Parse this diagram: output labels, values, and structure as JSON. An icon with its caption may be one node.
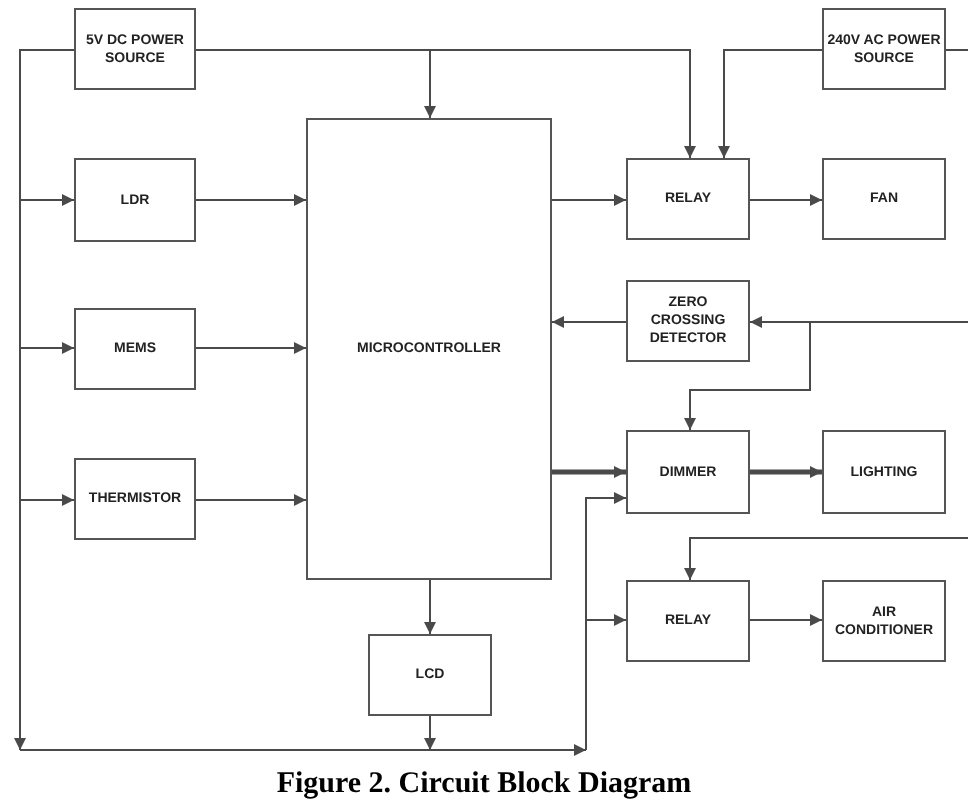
{
  "diagram": {
    "caption": "Figure 2. Circuit Block Diagram",
    "nodes": [
      {
        "text": [
          "5V DC POWER SOURCE"
        ]
      },
      {
        "text": [
          "240V AC POWER SOURCE"
        ]
      },
      {
        "text": [
          "LDR"
        ]
      },
      {
        "text": [
          "MICROCONTROLLER"
        ]
      },
      {
        "text": [
          "RELAY"
        ]
      },
      {
        "text": [
          "FAN"
        ]
      },
      {
        "text": [
          "MEMS"
        ]
      },
      {
        "text": [
          "ZERO CROSSING DETECTOR"
        ]
      },
      {
        "text": [
          "THERMISTOR"
        ]
      },
      {
        "text": [
          "DIMMER"
        ]
      },
      {
        "text": [
          "LIGHTING"
        ]
      },
      {
        "text": [
          "RELAY"
        ]
      },
      {
        "text": [
          "AIR CONDITIONER"
        ]
      },
      {
        "text": [
          "LCD"
        ]
      }
    ],
    "edges": [
      {
        "from": 0,
        "to": 2,
        "arrow": "to"
      },
      {
        "from": 0,
        "to": 6,
        "arrow": "to"
      },
      {
        "from": 0,
        "to": 8,
        "arrow": "to"
      },
      {
        "from": 0,
        "to": 9,
        "arrow": "to"
      },
      {
        "from": 0,
        "to": 11,
        "arrow": "to"
      },
      {
        "from": 0,
        "to": 3,
        "arrow": "to"
      },
      {
        "from": 0,
        "to": 4,
        "arrow": "to"
      },
      {
        "from": 1,
        "to": 4,
        "arrow": "to"
      },
      {
        "from": 1,
        "to": null,
        "arrow": "none"
      },
      {
        "from": 2,
        "to": 3,
        "arrow": "to"
      },
      {
        "from": 6,
        "to": 3,
        "arrow": "to"
      },
      {
        "from": 8,
        "to": 3,
        "arrow": "to"
      },
      {
        "from": 3,
        "to": 4,
        "arrow": "to"
      },
      {
        "from": 4,
        "to": 5,
        "arrow": "to"
      },
      {
        "from": 7,
        "to": 3,
        "arrow": "to"
      },
      {
        "from": null,
        "to": 7,
        "arrow": "to"
      },
      {
        "from": null,
        "to": 9,
        "arrow": "to"
      },
      {
        "from": 3,
        "to": 9,
        "arrow": "to",
        "style": "thick"
      },
      {
        "from": 9,
        "to": 10,
        "arrow": "to",
        "style": "thick"
      },
      {
        "from": null,
        "to": 11,
        "arrow": "to"
      },
      {
        "from": 11,
        "to": 12,
        "arrow": "to"
      },
      {
        "from": 3,
        "to": 13,
        "arrow": "to"
      },
      {
        "from": 13,
        "to": 9,
        "arrow": "to"
      },
      {
        "from": 13,
        "to": 11,
        "arrow": "to"
      }
    ]
  }
}
